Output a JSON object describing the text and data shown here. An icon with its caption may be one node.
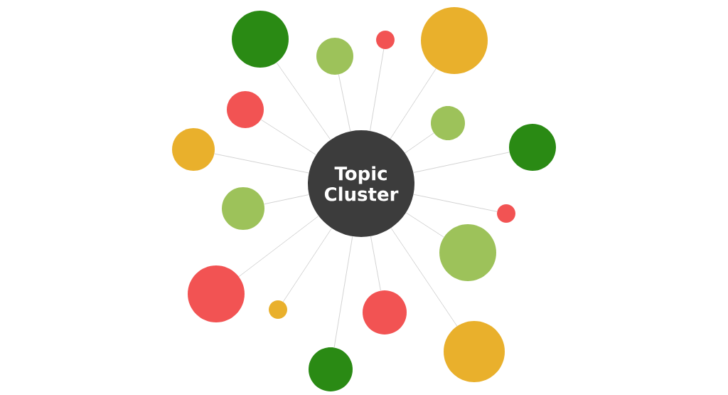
{
  "diagram": {
    "nodes": [
      {
        "text": [
          "Topic Cluster"
        ]
      },
      {
        "text": [],
        "shape": "circle"
      },
      {
        "text": [],
        "shape": "circle"
      },
      {
        "text": [],
        "shape": "circle"
      },
      {
        "text": [],
        "shape": "circle"
      },
      {
        "text": [],
        "shape": "circle"
      },
      {
        "text": [],
        "shape": "circle"
      },
      {
        "text": [],
        "shape": "circle"
      },
      {
        "text": [],
        "shape": "circle"
      },
      {
        "text": [],
        "shape": "circle"
      },
      {
        "text": [],
        "shape": "circle"
      },
      {
        "text": [],
        "shape": "circle"
      },
      {
        "text": [],
        "shape": "circle"
      },
      {
        "text": [],
        "shape": "circle"
      },
      {
        "text": [],
        "shape": "circle"
      },
      {
        "text": [],
        "shape": "circle"
      },
      {
        "text": [],
        "shape": "circle"
      }
    ],
    "edges": [
      {
        "from": 0,
        "to": 1,
        "arrow": "none"
      },
      {
        "from": 0,
        "to": 2,
        "arrow": "none"
      },
      {
        "from": 0,
        "to": 3,
        "arrow": "none"
      },
      {
        "from": 0,
        "to": 4,
        "arrow": "none"
      },
      {
        "from": 0,
        "to": 5,
        "arrow": "none"
      },
      {
        "from": 0,
        "to": 6,
        "arrow": "none"
      },
      {
        "from": 0,
        "to": 7,
        "arrow": "none"
      },
      {
        "from": 0,
        "to": 8,
        "arrow": "none"
      },
      {
        "from": 0,
        "to": 9,
        "arrow": "none"
      },
      {
        "from": 0,
        "to": 10,
        "arrow": "none"
      },
      {
        "from": 0,
        "to": 11,
        "arrow": "none"
      },
      {
        "from": 0,
        "to": 12,
        "arrow": "none"
      },
      {
        "from": 0,
        "to": 13,
        "arrow": "none"
      },
      {
        "from": 0,
        "to": 14,
        "arrow": "none"
      },
      {
        "from": 0,
        "to": 15,
        "arrow": "none"
      },
      {
        "from": 0,
        "to": 16,
        "arrow": "none"
      }
    ]
  }
}
